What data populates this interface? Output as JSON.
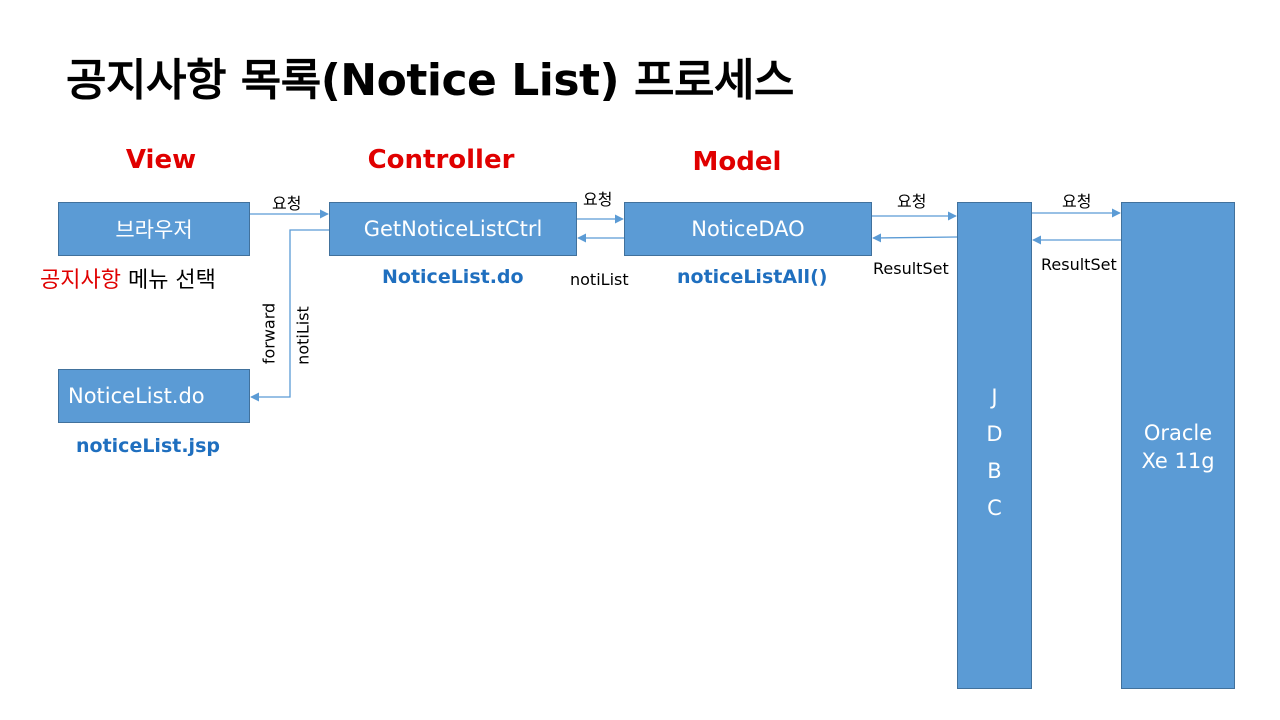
{
  "title": "공지사항 목록(Notice List) 프로세스",
  "layers": {
    "view": "View",
    "controller": "Controller",
    "model": "Model"
  },
  "boxes": {
    "browser": "브라우저",
    "controller": "GetNoticeListCtrl",
    "dao": "NoticeDAO",
    "noticelist_view": "NoticeList.do",
    "jdbc_letters": [
      "J",
      "D",
      "B",
      "C"
    ],
    "oracle_line1": "Oracle",
    "oracle_line2": "Xe 11g"
  },
  "sublabels": {
    "menu_highlight": "공지사항",
    "menu_rest": " 메뉴 선택",
    "controller_url": "NoticeList.do",
    "dao_method": "noticeListAll()",
    "view_jsp": "noticeList.jsp"
  },
  "arrows": {
    "request1": "요청",
    "request2": "요청",
    "request3": "요청",
    "request4": "요청",
    "return_dao": "notiList",
    "resultset1": "ResultSet",
    "resultset2": "ResultSet",
    "forward": "forward",
    "notilist_vertical": "notiList"
  },
  "colors": {
    "box_fill": "#5b9bd5",
    "box_border": "#41719c",
    "layer_label": "#e00000",
    "sub_label": "#1f6fbf",
    "arrow": "#5b9bd5"
  }
}
